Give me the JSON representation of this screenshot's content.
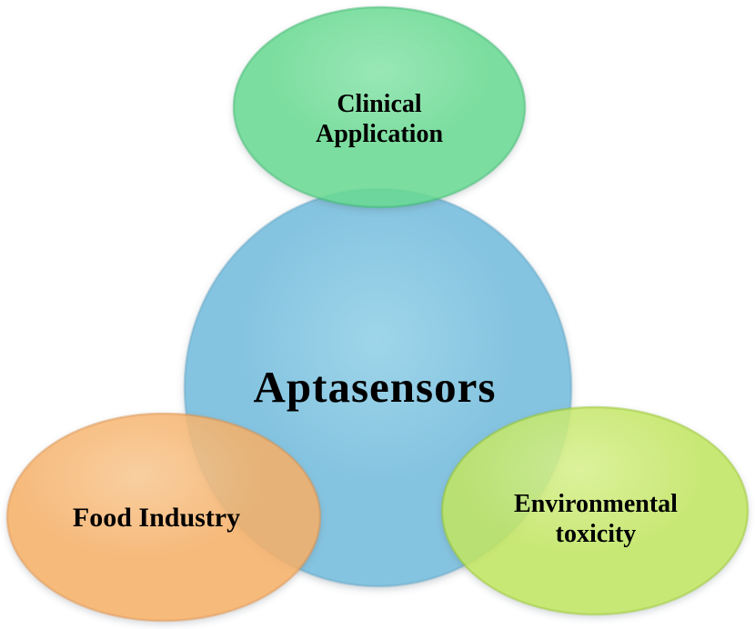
{
  "figure": {
    "background": "#ffffff",
    "text_color": "#000000",
    "center": {
      "label": "Aptasensors",
      "fill": {
        "light": "#9ed5ea",
        "base": "#85c4e0",
        "dark": "#72b0d0"
      },
      "stroke": "#67a6c5"
    },
    "nodes": [
      {
        "id": "clinical-application",
        "label": "Clinical Application",
        "lines": [
          "Clinical",
          "Application"
        ],
        "fill": {
          "light": "#8ae4ab",
          "base": "#69d992",
          "dark": "#47c578"
        },
        "stroke": "#3eb86f"
      },
      {
        "id": "food-industry",
        "label": "Food Industry",
        "lines": [
          "Food Industry"
        ],
        "fill": {
          "light": "#f8c892",
          "base": "#f5b068",
          "dark": "#ea9a4e"
        },
        "stroke": "#d98f4a"
      },
      {
        "id": "environmental-toxicity",
        "label": "Environmental toxicity",
        "lines": [
          "Environmental",
          "toxicity"
        ],
        "fill": {
          "light": "#d7f08d",
          "base": "#c1e562",
          "dark": "#a5d438"
        },
        "stroke": "#97c52f"
      }
    ]
  }
}
